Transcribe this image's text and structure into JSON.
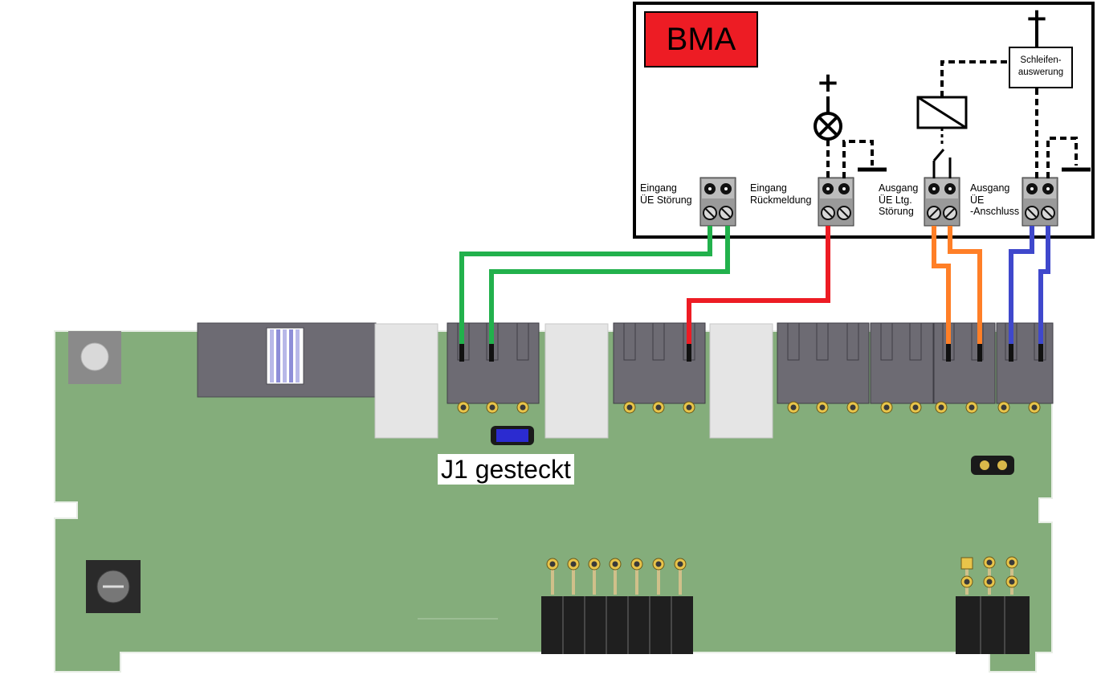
{
  "bma": {
    "title": "BMA"
  },
  "terminals": [
    {
      "id": "eingang-ue-stoerung",
      "label": "Eingang\nÜE Störung"
    },
    {
      "id": "eingang-rueckmeldung",
      "label": "Eingang\nRückmeldung"
    },
    {
      "id": "ausgang-ue-ltg-stoerung",
      "label": "Ausgang\nÜE Ltg.\nStörung"
    },
    {
      "id": "ausgang-ue-anschluss",
      "label": "Ausgang\nÜE\n-Anschluss"
    }
  ],
  "loop_evaluation": {
    "label": "Schleifen-\nauswerung"
  },
  "jumper": {
    "label": "J1 gesteckt"
  },
  "symbols": {
    "plus": "+"
  },
  "colors": {
    "bma_label": "#ed1c24",
    "wire_green": "#22b14c",
    "wire_red": "#ed1c24",
    "wire_orange": "#ff7f27",
    "wire_blue": "#3f48cc",
    "pcb": "#84ad7b",
    "connector": "#6d6b73",
    "jumper_j1": "#2b2bd0"
  }
}
